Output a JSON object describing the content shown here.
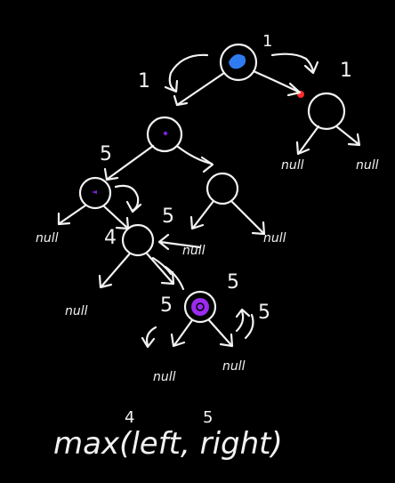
{
  "colors": {
    "background": "#000000",
    "ink": "#f2f2f2",
    "root_fill": "#2f7cf0",
    "node_fill": "#7a22d8",
    "deep_fill": "#9b2bf0",
    "pointer": "#ff2a2a"
  },
  "labels": {
    "root_value": "1",
    "left_of_root": "1",
    "right_node_value": "1",
    "node_b_left": "5",
    "node_e_right": "5",
    "node_f_left": "4",
    "node_g_top": "5",
    "node_g_left": "5",
    "node_g_right": "5",
    "null_text": "null",
    "formula": "max(left, right)",
    "formula_left_value": "4",
    "formula_right_value": "5"
  }
}
